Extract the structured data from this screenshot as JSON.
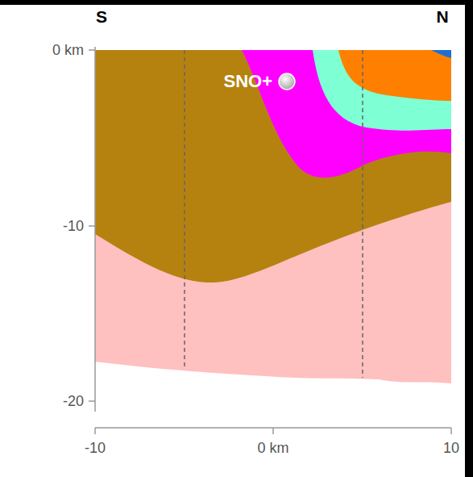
{
  "diagram": {
    "labels": [
      "S",
      "N",
      "SNO+",
      "0 km",
      "-10",
      "-20",
      "-10",
      "0 km",
      "10"
    ]
  }
}
